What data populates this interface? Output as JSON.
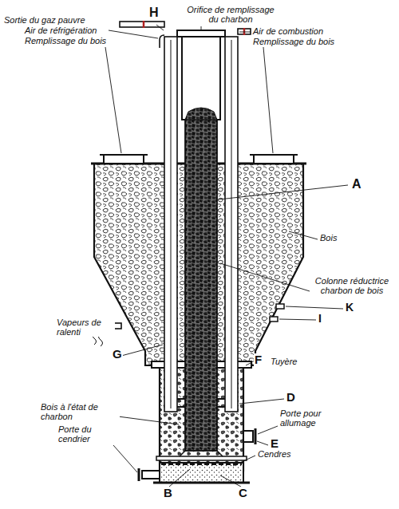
{
  "diagram": {
    "labels": [
      "Orifice de remplissage du charbon",
      "Sortie du gaz pauvre",
      "H",
      "Air de réfrigération",
      "Remplissage du bois",
      "Air de combustion",
      "Remplissage du bois",
      "A",
      "Bois",
      "Colonne réductrice charbon de bois",
      "K",
      "I",
      "Vapeurs de ralenti",
      "G",
      "F",
      "Tuyère",
      "D",
      "Bois à l'état de charbon",
      "Porte pour allumage",
      "E",
      "Porte du cendrier",
      "Cendres",
      "B",
      "C"
    ]
  }
}
